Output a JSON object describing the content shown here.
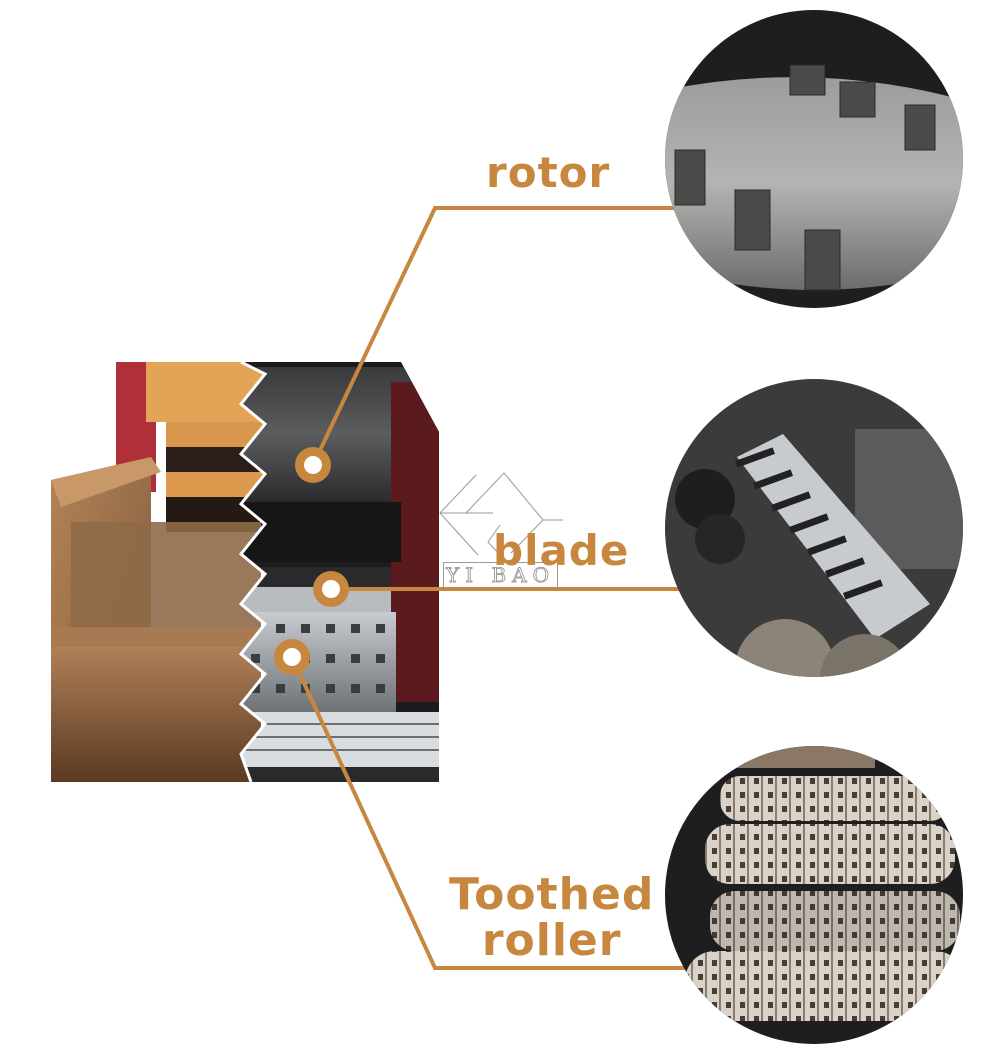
{
  "diagram": {
    "type": "labeled-component-callout",
    "accent_color": "#C8873E",
    "background": "#FFFFFF",
    "main_image": {
      "subject": "wood-shredder-machine-cutaway",
      "description": "Machine photo split by a zigzag tear: left half shows orange/tan exterior with feed trough, right half shows interior rotor, blade and toothed rollers"
    },
    "watermark": {
      "brand_text": "YI BAO",
      "icon": "diamond-arrows-logo"
    },
    "callouts": [
      {
        "id": "rotor",
        "label": "rotor",
        "photo": "rotor-closeup",
        "photo_description": "Grey steel rotor drum with bolted cutter holders"
      },
      {
        "id": "blade",
        "label": "blade",
        "photo": "blade-closeup",
        "photo_description": "Slotted comb-shaped steel blade mounted on machine frame"
      },
      {
        "id": "roller",
        "label_line1": "Toothed",
        "label_line2": "roller",
        "photo": "toothed-roller-closeup",
        "photo_description": "Stacked serrated toothed rollers"
      }
    ]
  }
}
